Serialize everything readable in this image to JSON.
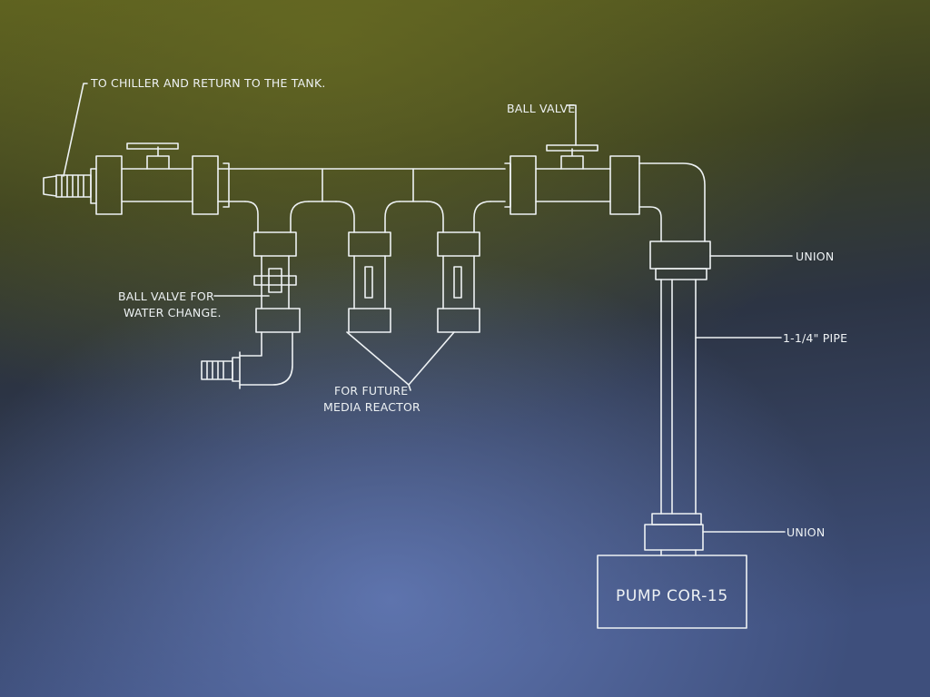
{
  "diagram": {
    "colors": {
      "line": "#eef2f4",
      "bg_top": "#5a5e1e",
      "bg_mid": "#2c3444",
      "bg_bottom": "#5b74b2"
    },
    "labels": {
      "chiller": "TO CHILLER  AND RETURN TO THE TANK.",
      "ball_valve_top": "BALL VALVE",
      "union_upper": "UNION",
      "pipe": "1-1/4\" PIPE",
      "union_lower": "UNION",
      "ball_valve_water_1": "BALL VALVE FOR",
      "ball_valve_water_2": "WATER CHANGE.",
      "future_1": "FOR  FUTURE",
      "future_2": "MEDIA REACTOR",
      "pump": "PUMP COR-15"
    }
  }
}
